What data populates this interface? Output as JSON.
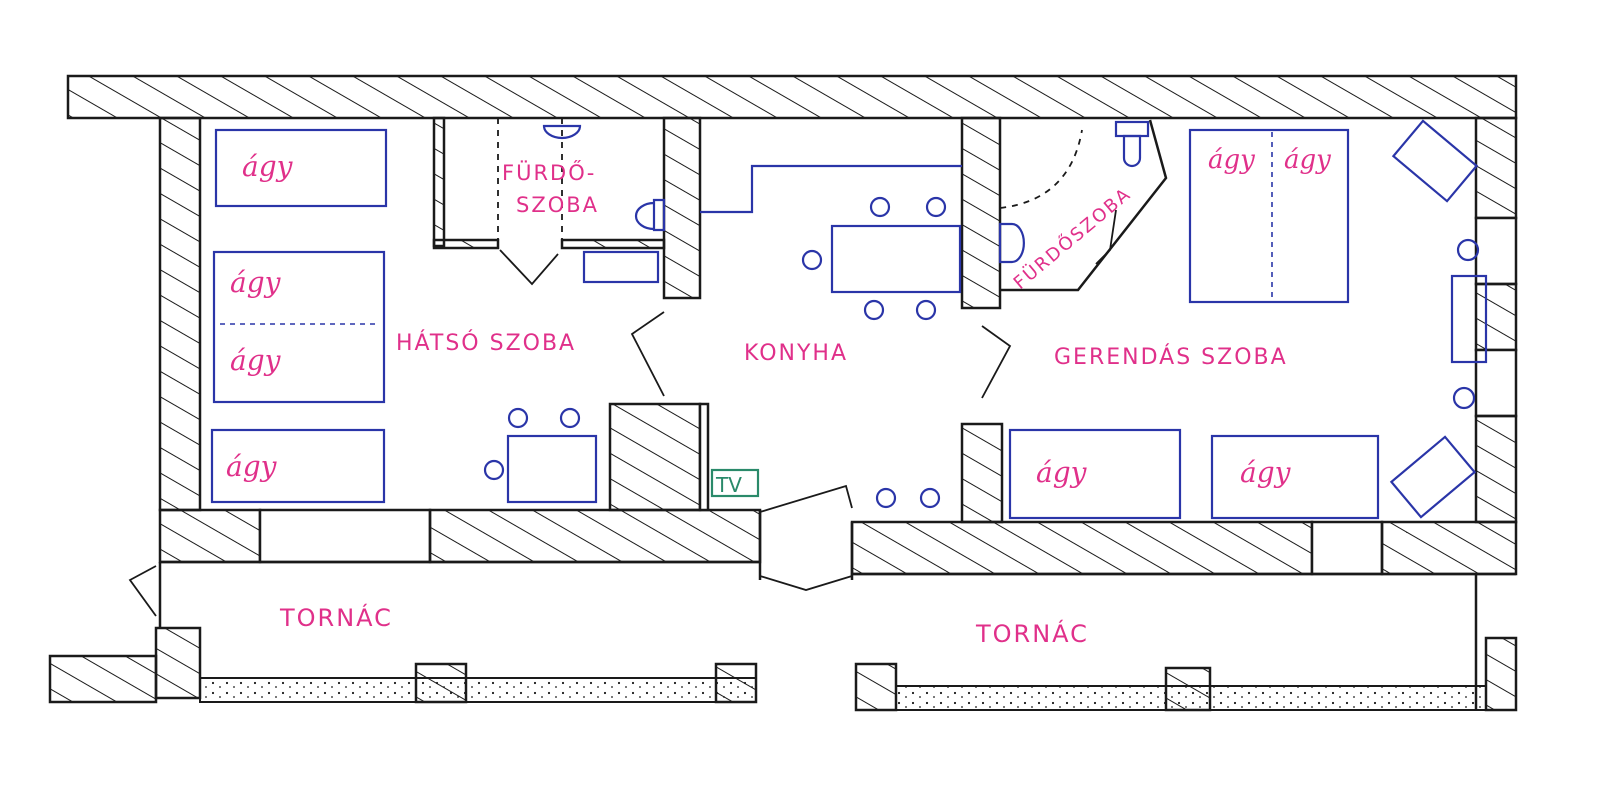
{
  "rooms": {
    "hatso_szoba": "HÁTSÓ SZOBA",
    "furdoszoba_left_1": "FÜRDŐ-",
    "furdoszoba_left_2": "SZOBA",
    "konyha": "KONYHA",
    "furdoszoba_right": "FÜRDŐSZOBA",
    "gerendas_szoba": "GERENDÁS SZOBA",
    "tornac_left": "TORNÁC",
    "tornac_right": "TORNÁC"
  },
  "furniture": {
    "bed": "ágy",
    "tv": "TV"
  },
  "colors": {
    "wall": "#1a1a1a",
    "furniture": "#2a35a8",
    "labels": "#e0308a",
    "tv": "#2a8a6a"
  }
}
